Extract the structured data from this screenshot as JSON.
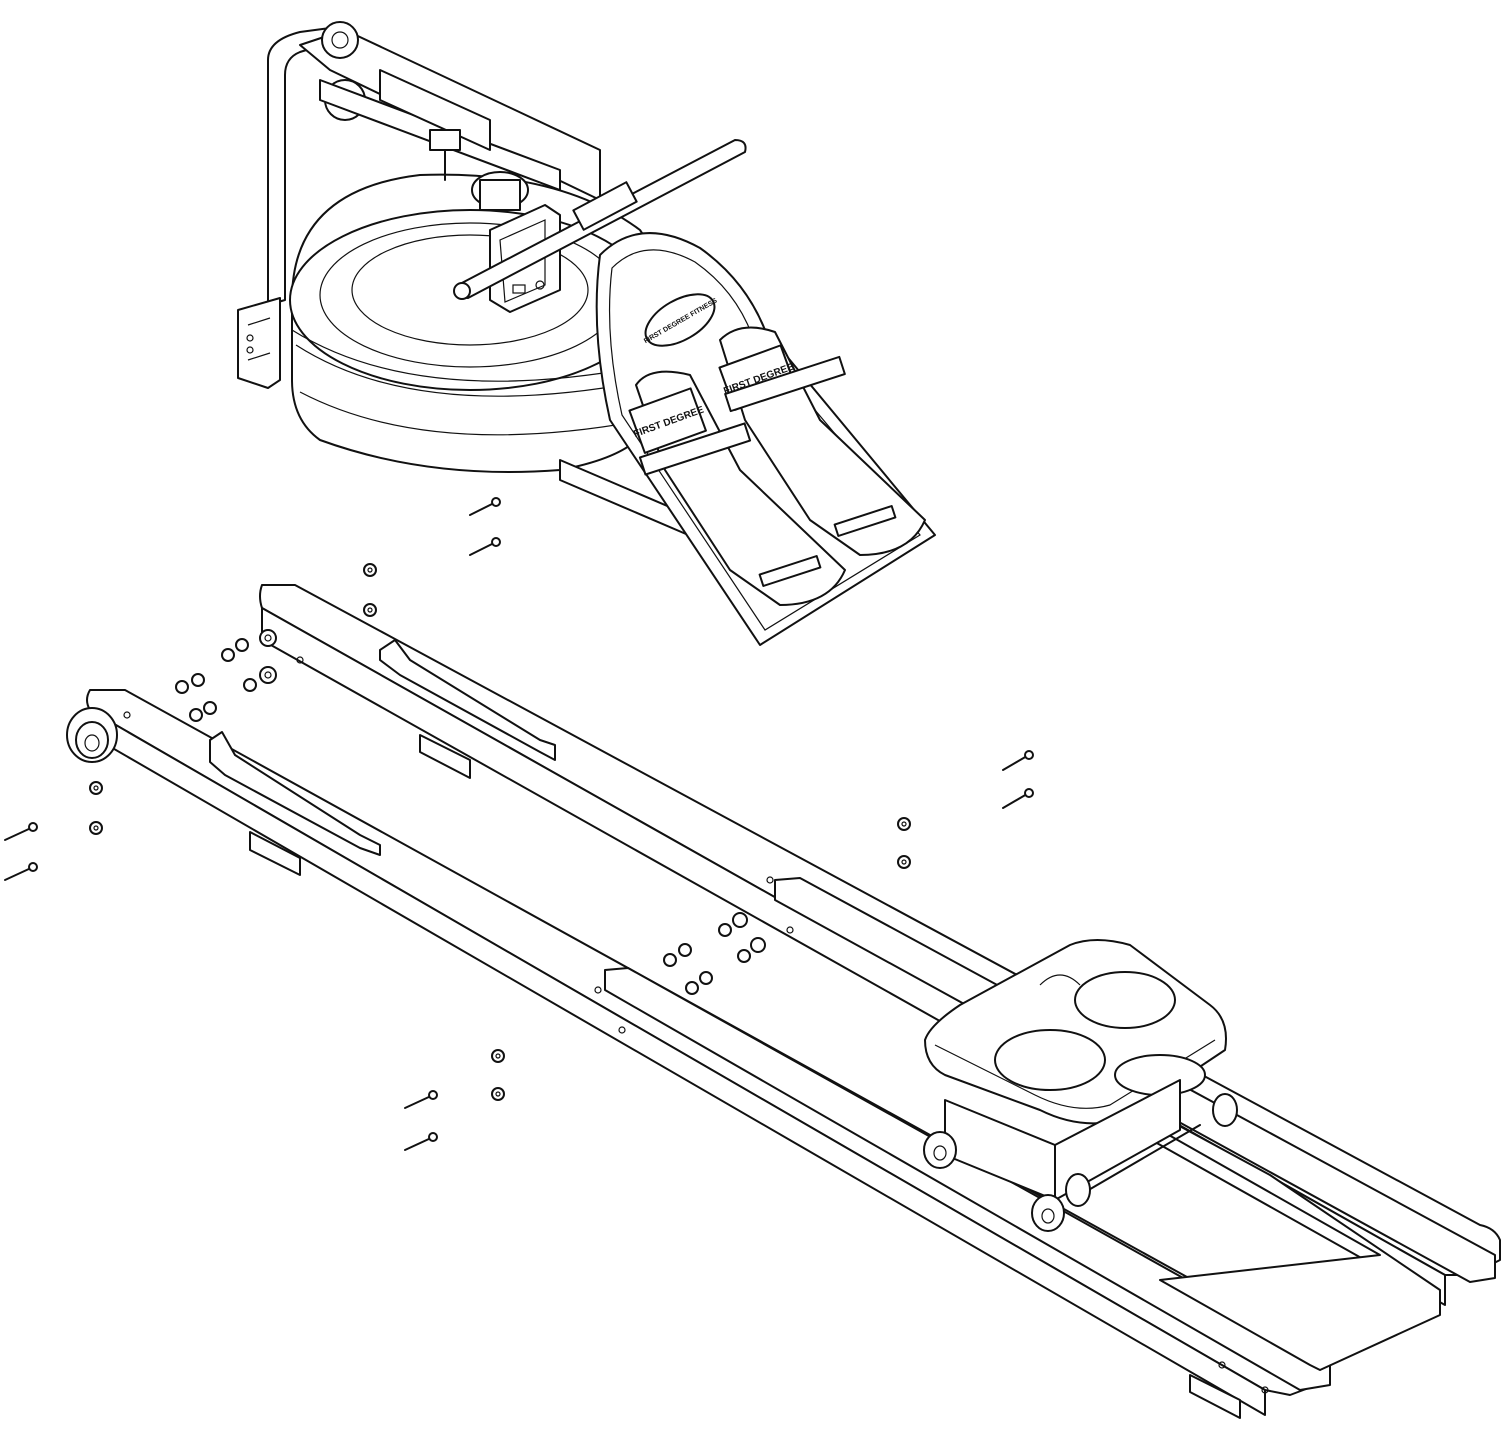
{
  "diagram": {
    "kind": "exploded-assembly-line-drawing",
    "line_color": "#111111",
    "background": "#ffffff",
    "footplate_brand_logo": "FIRST DEGREE FITNESS",
    "footrest_logos": [
      "FIRST DEGREE",
      "FIRST DEGREE"
    ],
    "parts": [
      "water-tank-flywheel",
      "monitor",
      "handle-bar",
      "footplate",
      "footrest-left",
      "footrest-right",
      "rear-rail",
      "front-rail",
      "seat",
      "seat-rollers",
      "pulley-wheel",
      "bolts",
      "washers",
      "nuts"
    ]
  }
}
